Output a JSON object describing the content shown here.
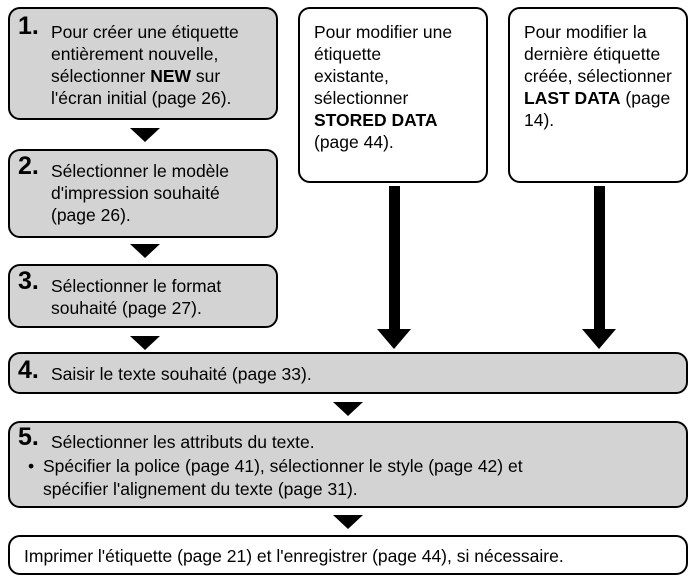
{
  "step1": {
    "num": "1.",
    "line1": "Pour créer une étiquette",
    "line2": "entièrement nouvelle,",
    "line3_a": "sélectionner ",
    "line3_kw": "NEW",
    "line3_b": " sur",
    "line4": "l'écran initial (page 26)."
  },
  "step2": {
    "num": "2.",
    "line1": "Sélectionner le modèle",
    "line2": "d'impression souhaité",
    "line3": "(page 26)."
  },
  "step3": {
    "num": "3.",
    "line1": "Sélectionner le format",
    "line2": "souhaité (page 27)."
  },
  "stored": {
    "line1": "Pour modifier une",
    "line2": "étiquette",
    "line3": "existante,",
    "line4": "sélectionner",
    "kw": "STORED DATA",
    "line6": "(page 44)."
  },
  "last": {
    "line1": "Pour modifier la",
    "line2": "dernière étiquette",
    "line3": "créée, sélectionner",
    "kw": "LAST DATA",
    "line4_b": " (page",
    "line5": "14)."
  },
  "step4": {
    "num": "4.",
    "text": "Saisir le texte souhaité (page 33)."
  },
  "step5": {
    "num": "5.",
    "line1": "Sélectionner les attributs du texte.",
    "bullet": "•",
    "line2": "Spécifier la police (page 41), sélectionner le style (page 42) et",
    "line3": "spécifier l'alignement du texte (page 31)."
  },
  "final": {
    "text": "Imprimer l'étiquette (page 21) et l'enregistrer (page 44), si nécessaire."
  }
}
